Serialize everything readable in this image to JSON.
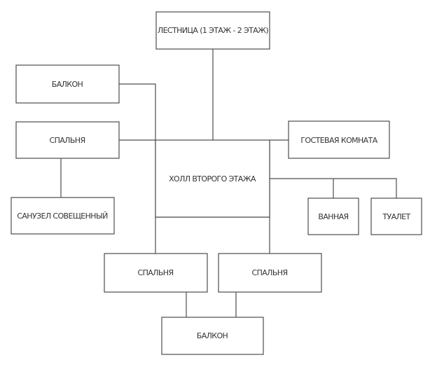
{
  "diagram": {
    "nodes": {
      "stairs": "ЛЕСТНИЦА (1 ЭТАЖ - 2 ЭТАЖ)",
      "balcony_top": "БАЛКОН",
      "bedroom_left": "СПАЛЬНЯ",
      "bathroom_combined": "САНУЗЕЛ СОВЕЩЕННЫЙ",
      "hall": "ХОЛЛ ВТОРОГО ЭТАЖА",
      "guest_room": "ГОСТЕВАЯ КОМНАТА",
      "bath": "ВАННАЯ",
      "toilet": "ТУАЛЕТ",
      "bedroom_bottom_left": "СПАЛЬНЯ",
      "bedroom_bottom_right": "СПАЛЬНЯ",
      "balcony_bottom": "БАЛКОН"
    },
    "edges": [
      [
        "stairs",
        "hall"
      ],
      [
        "balcony_top",
        "hall"
      ],
      [
        "bedroom_left",
        "hall"
      ],
      [
        "bedroom_left",
        "bathroom_combined"
      ],
      [
        "guest_room",
        "hall"
      ],
      [
        "hall",
        "bath"
      ],
      [
        "hall",
        "toilet"
      ],
      [
        "hall",
        "bedroom_bottom_left"
      ],
      [
        "hall",
        "bedroom_bottom_right"
      ],
      [
        "bedroom_bottom_left",
        "balcony_bottom"
      ],
      [
        "bedroom_bottom_right",
        "balcony_bottom"
      ]
    ]
  }
}
